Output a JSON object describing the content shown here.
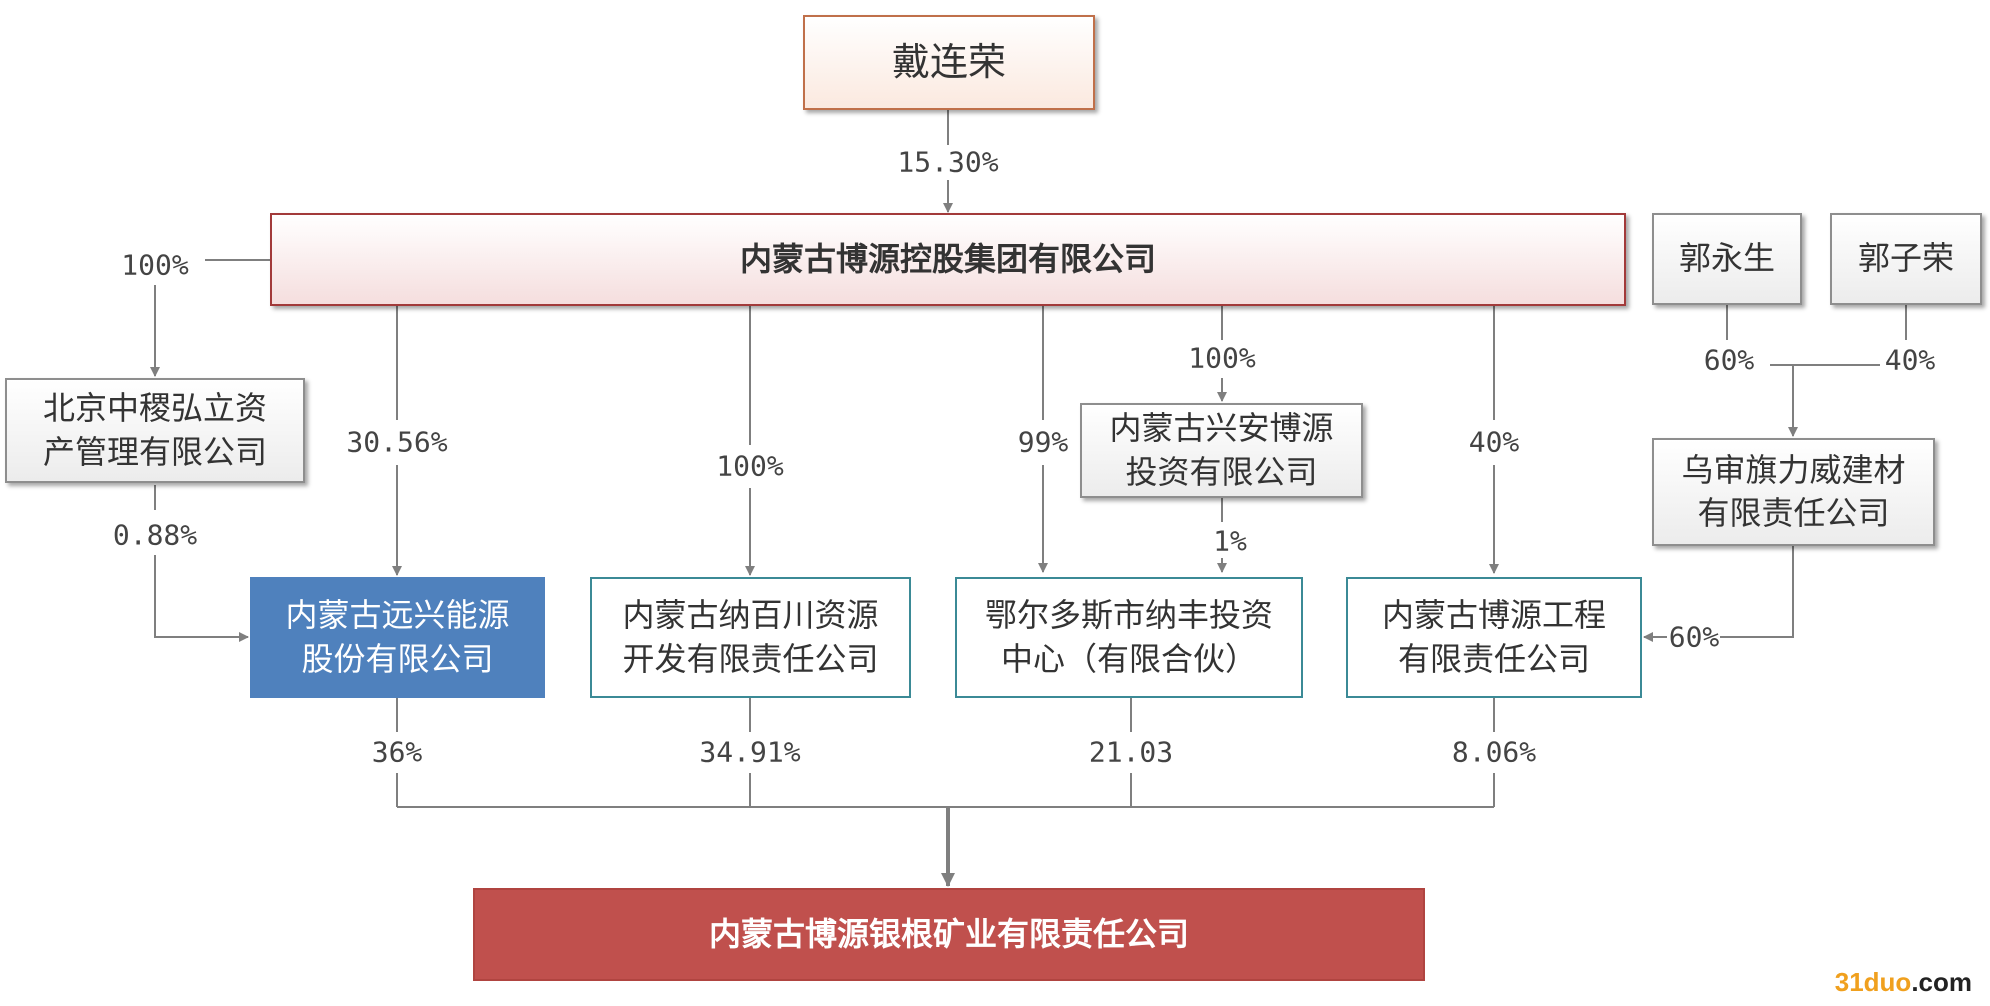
{
  "nodes": {
    "dai_lianrong": "戴连荣",
    "boyuan_holding": "内蒙古博源控股集团有限公司",
    "guo_yongsheng": "郭永生",
    "guo_zirong": "郭子荣",
    "beijing_zhongji": [
      "北京中稷弘立资",
      "产管理有限公司"
    ],
    "xingan_boyuan": [
      "内蒙古兴安博源",
      "投资有限公司"
    ],
    "wushen_liwei": [
      "乌审旗力威建材",
      "有限责任公司"
    ],
    "yuanxing_energy": [
      "内蒙古远兴能源",
      "股份有限公司"
    ],
    "nabaichuan": [
      "内蒙古纳百川资源",
      "开发有限责任公司"
    ],
    "ordos_nafeng": [
      "鄂尔多斯市纳丰投资",
      "中心（有限合伙）"
    ],
    "boyuan_engineering": [
      "内蒙古博源工程",
      "有限责任公司"
    ],
    "yingen_mining": "内蒙古博源银根矿业有限责任公司"
  },
  "edges": {
    "dai_to_holding": "15.30%",
    "holding_to_beijing": "100%",
    "beijing_to_yuanxing": "0.88%",
    "holding_to_yuanxing": "30.56%",
    "holding_to_nabaichuan": "100%",
    "holding_to_ordos": "99%",
    "holding_to_xingan": "100%",
    "xingan_to_ordos": "1%",
    "holding_to_engineering": "40%",
    "yongsheng_to_wushen": "60%",
    "zirong_to_wushen": "40%",
    "wushen_to_engineering": "60%",
    "yuanxing_to_yingen": "36%",
    "nabaichuan_to_yingen": "34.91%",
    "ordos_to_yingen": "21.03",
    "engineering_to_yingen": "8.06%"
  },
  "watermark": {
    "prefix": "31duo",
    "suffix": ".com"
  },
  "colors": {
    "top_node_border": "#c0704a",
    "holding_border": "#a23a3a",
    "yuanxing_fill": "#4f81bd",
    "teal_border": "#3b8a96",
    "yingen_fill": "#c0504d",
    "connector": "#7f7f7f",
    "watermark_prefix": "#f0a01e",
    "watermark_suffix": "#222222"
  }
}
